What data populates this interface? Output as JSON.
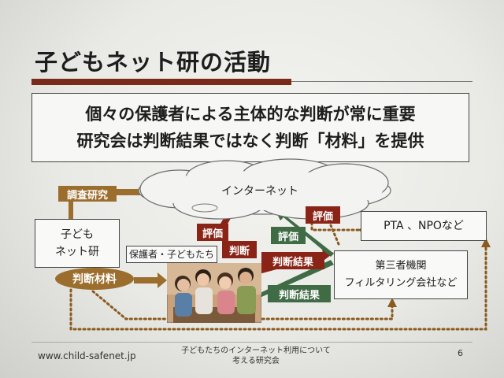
{
  "slide": {
    "title": "子どもネット研の活動",
    "message_lines": [
      "個々の保護者による主体的な判断が常に重要",
      "研究会は判断結果ではなく判断「材料」を提供"
    ]
  },
  "diagram": {
    "internet": "インターネット",
    "kodomo_netken": "子ども\nネット研",
    "pta_npo": "PTA 、NPOなど",
    "third_party": "第三者機関\nフィルタリング会社など",
    "parents_children": "保護者・子どもたち",
    "survey": "調査研究",
    "judgment_material": "判断材料",
    "eval_red_1": "評価",
    "judgment_red": "判断",
    "eval_green": "評価",
    "eval_red_2": "評価",
    "result_red": "判断結果",
    "result_green": "判断結果"
  },
  "footer": {
    "url": "www.child-safenet.jp",
    "caption_line1": "子どもたちのインターネット利用について",
    "caption_line2": "考える研究会",
    "page": "6"
  },
  "colors": {
    "title_bar": "#7a2a19",
    "gold": "#9c6e2e",
    "red": "#8a2416",
    "green": "#3f6b45",
    "dotted_line": "#8a5a1e"
  }
}
